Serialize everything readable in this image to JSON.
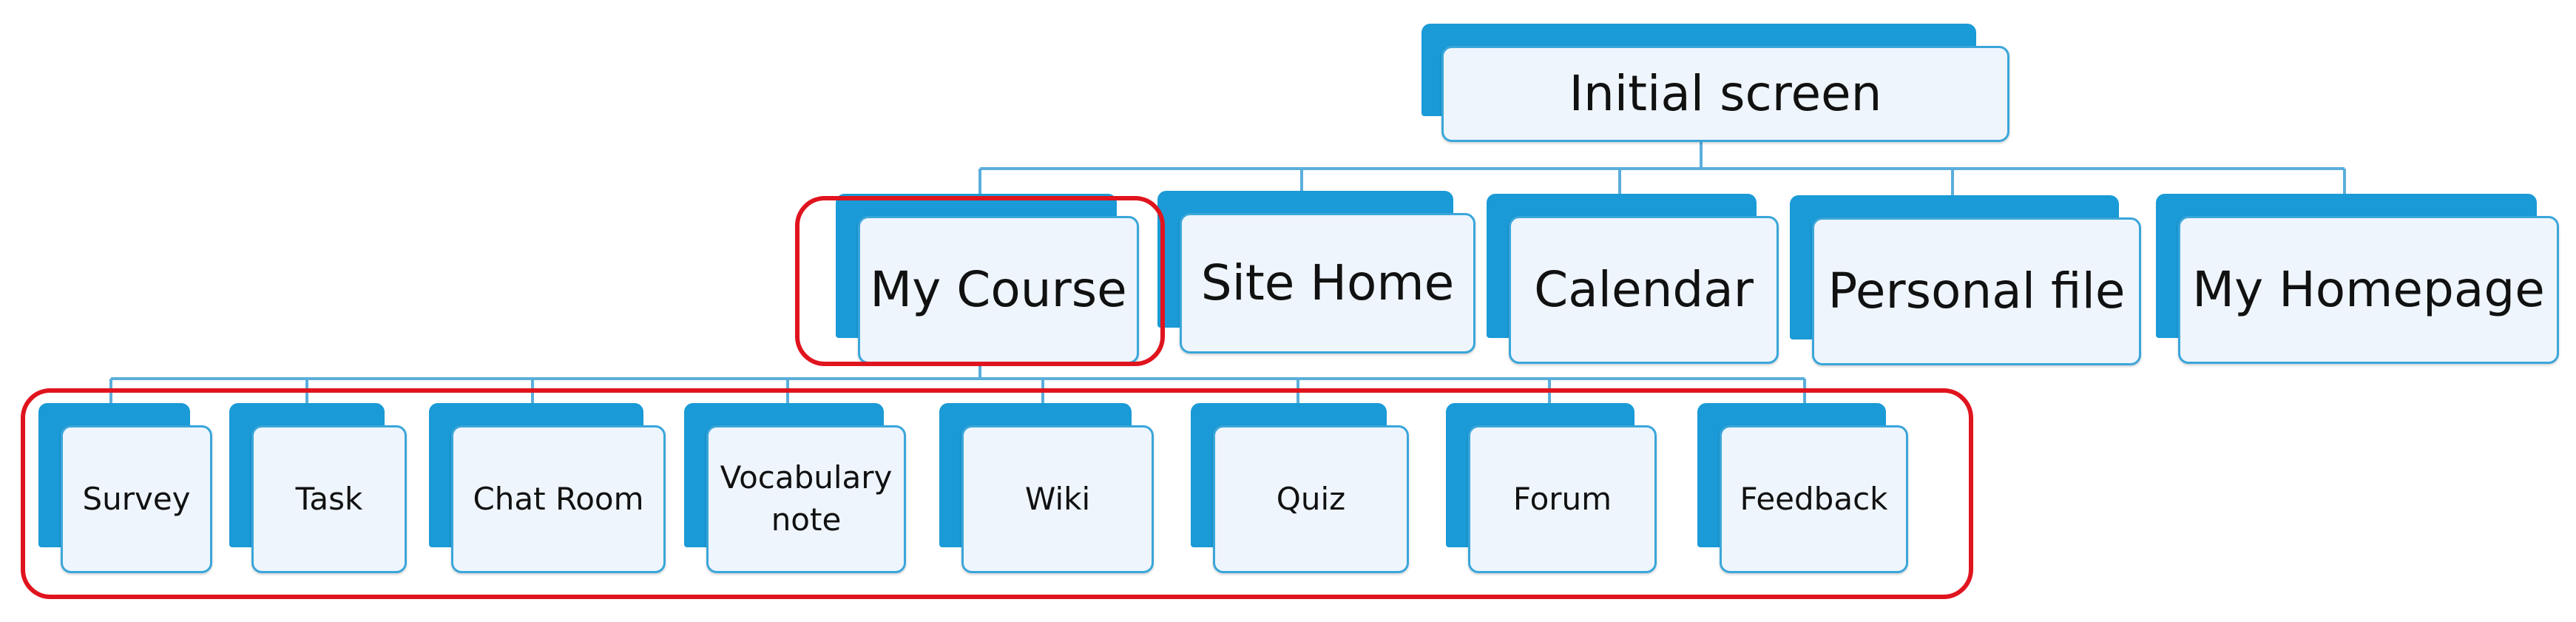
{
  "diagram": {
    "root": {
      "label": "Initial screen"
    },
    "menu": [
      {
        "label": "My Course"
      },
      {
        "label": "Site Home"
      },
      {
        "label": "Calendar"
      },
      {
        "label": "Personal file"
      },
      {
        "label": "My Homepage"
      }
    ],
    "course_items": [
      {
        "label": "Survey"
      },
      {
        "label": "Task"
      },
      {
        "label": "Chat Room"
      },
      {
        "label": "Vocabulary note"
      },
      {
        "label": "Wiki"
      },
      {
        "label": "Quiz"
      },
      {
        "label": "Forum"
      },
      {
        "label": "Feedback"
      }
    ],
    "colors": {
      "card_back": "#1a9ad6",
      "card_face": "#eef5fc",
      "card_border": "#3aa6da",
      "connector": "#5aaedc",
      "highlight": "#e0141e"
    }
  }
}
